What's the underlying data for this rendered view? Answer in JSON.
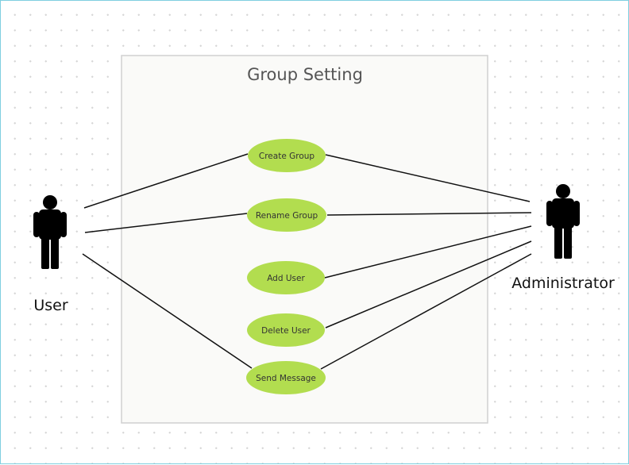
{
  "diagram": {
    "boundary": {
      "title": "Group Setting"
    },
    "actors": [
      {
        "id": "user",
        "label": "User"
      },
      {
        "id": "admin",
        "label": "Administrator"
      }
    ],
    "use_cases": [
      {
        "id": "create",
        "label": "Create Group"
      },
      {
        "id": "rename",
        "label": "Rename Group"
      },
      {
        "id": "add",
        "label": "Add User"
      },
      {
        "id": "delete",
        "label": "Delete User"
      },
      {
        "id": "send",
        "label": "Send Message"
      }
    ],
    "associations": [
      {
        "from": "user",
        "to": "create"
      },
      {
        "from": "user",
        "to": "rename"
      },
      {
        "from": "user",
        "to": "send"
      },
      {
        "from": "admin",
        "to": "create"
      },
      {
        "from": "admin",
        "to": "rename"
      },
      {
        "from": "admin",
        "to": "add"
      },
      {
        "from": "admin",
        "to": "delete"
      },
      {
        "from": "admin",
        "to": "send"
      }
    ],
    "colors": {
      "use_case_fill": "#b2dd4f",
      "boundary_fill": "#fafaf8",
      "boundary_stroke": "#d0d0d0",
      "line": "#111111",
      "actor": "#000000"
    }
  }
}
